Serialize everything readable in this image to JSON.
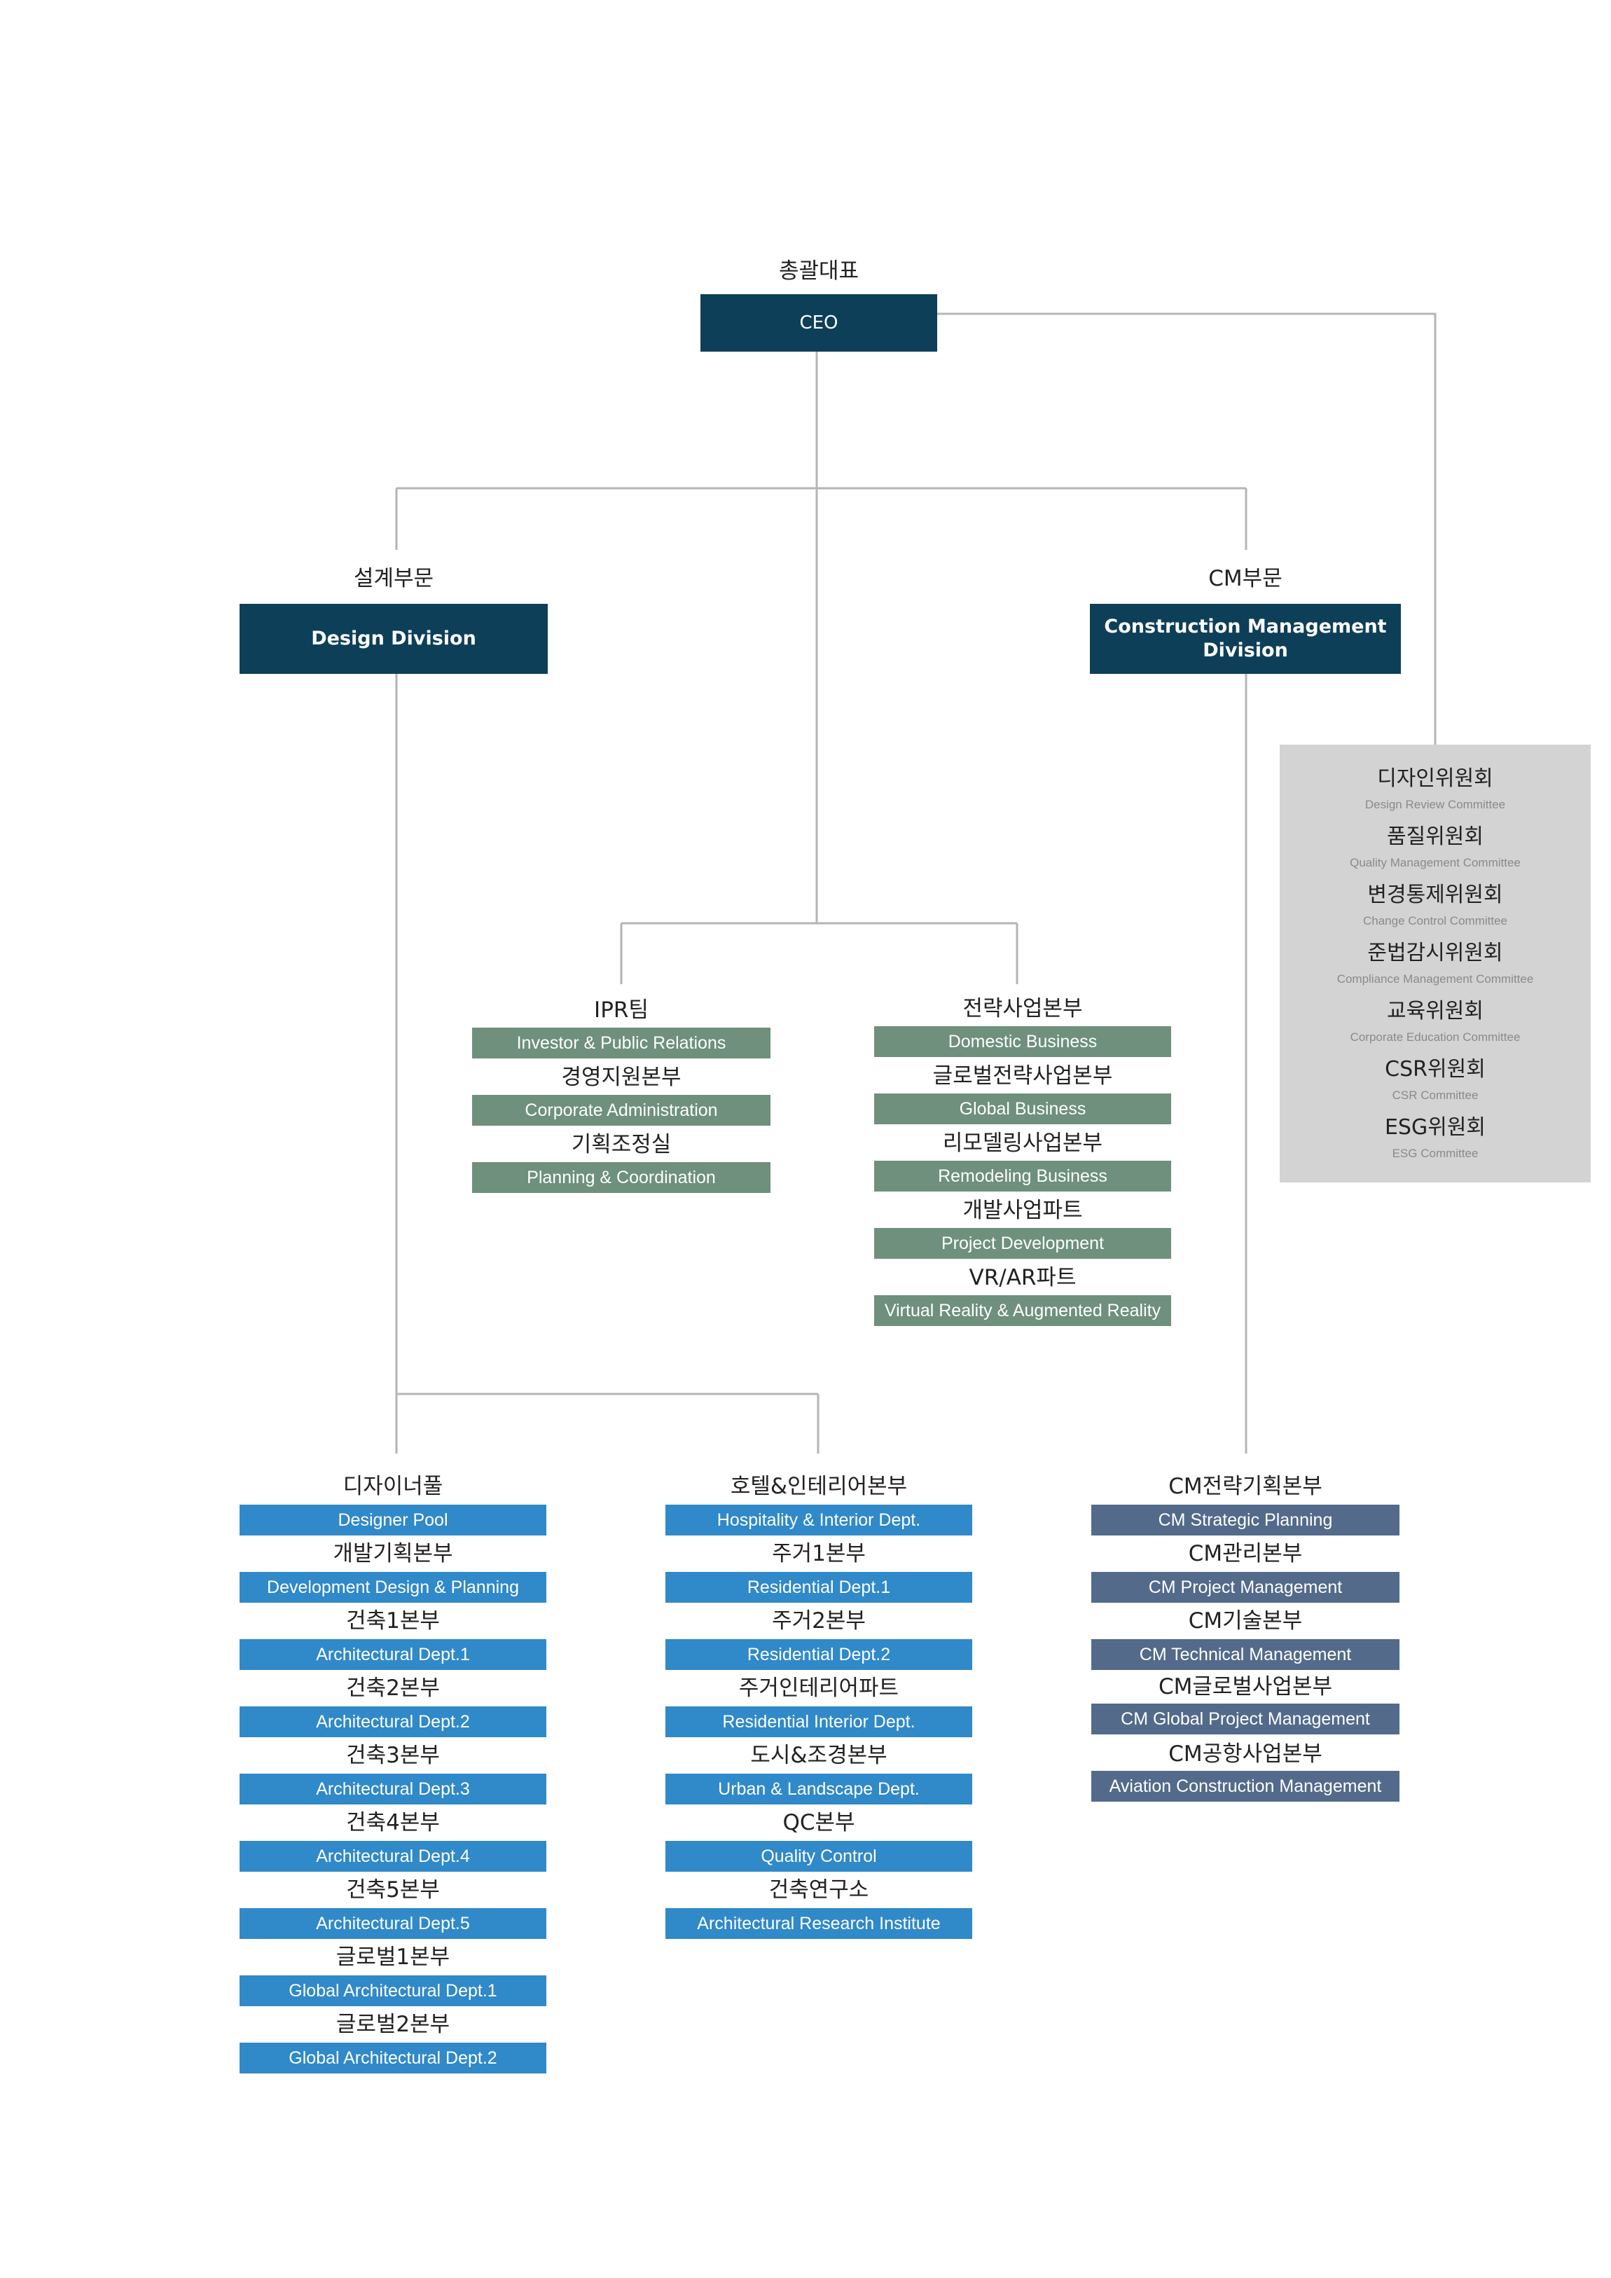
{
  "ceo": {
    "ko": "총괄대표",
    "en": "CEO"
  },
  "design": {
    "ko": "설계부문",
    "en": "Design Division"
  },
  "cm": {
    "ko": "CM부문",
    "en_line1": "Construction Management",
    "en_line2": "Division"
  },
  "committees": [
    {
      "ko": "디자인위원회",
      "en": "Design Review Committee"
    },
    {
      "ko": "품질위원회",
      "en": "Quality Management Committee"
    },
    {
      "ko": "변경통제위원회",
      "en": "Change Control Committee"
    },
    {
      "ko": "준법감시위원회",
      "en": "Compliance Management Committee"
    },
    {
      "ko": "교육위원회",
      "en": "Corporate Education Committee"
    },
    {
      "ko": "CSR위원회",
      "en": "CSR Committee"
    },
    {
      "ko": "ESG위원회",
      "en": "ESG Committee"
    }
  ],
  "ipr_group": [
    {
      "ko": "IPR팀",
      "en": "Investor & Public Relations"
    },
    {
      "ko": "경영지원본부",
      "en": "Corporate Administration"
    },
    {
      "ko": "기획조정실",
      "en": "Planning & Coordination"
    }
  ],
  "strategy_group": [
    {
      "ko": "전략사업본부",
      "en": "Domestic Business"
    },
    {
      "ko": "글로벌전략사업본부",
      "en": "Global Business"
    },
    {
      "ko": "리모델링사업본부",
      "en": "Remodeling Business"
    },
    {
      "ko": "개발사업파트",
      "en": "Project Development"
    },
    {
      "ko": "VR/AR파트",
      "en": "Virtual Reality & Augmented Reality"
    }
  ],
  "design_depts": [
    {
      "ko": "디자이너풀",
      "en": "Designer Pool"
    },
    {
      "ko": "개발기획본부",
      "en": "Development Design & Planning"
    },
    {
      "ko": "건축1본부",
      "en": "Architectural Dept.1"
    },
    {
      "ko": "건축2본부",
      "en": "Architectural Dept.2"
    },
    {
      "ko": "건축3본부",
      "en": "Architectural Dept.3"
    },
    {
      "ko": "건축4본부",
      "en": "Architectural Dept.4"
    },
    {
      "ko": "건축5본부",
      "en": "Architectural Dept.5"
    },
    {
      "ko": "글로벌1본부",
      "en": "Global Architectural Dept.1"
    },
    {
      "ko": "글로벌2본부",
      "en": "Global Architectural Dept.2"
    }
  ],
  "hotel_depts": [
    {
      "ko": "호텔&인테리어본부",
      "en": "Hospitality & Interior Dept."
    },
    {
      "ko": "주거1본부",
      "en": "Residential Dept.1"
    },
    {
      "ko": "주거2본부",
      "en": "Residential Dept.2"
    },
    {
      "ko": "주거인테리어파트",
      "en": "Residential Interior Dept."
    },
    {
      "ko": "도시&조경본부",
      "en": "Urban & Landscape Dept."
    },
    {
      "ko": "QC본부",
      "en": "Quality Control"
    },
    {
      "ko": "건축연구소",
      "en": "Architectural Research Institute"
    }
  ],
  "cm_depts": [
    {
      "ko": "CM전략기획본부",
      "en": "CM Strategic Planning"
    },
    {
      "ko": "CM관리본부",
      "en": "CM Project Management"
    },
    {
      "ko": "CM기술본부",
      "en": "CM Technical Management"
    },
    {
      "ko": "CM글로벌사업본부",
      "en": "CM Global Project Management"
    },
    {
      "ko": "CM공항사업본부",
      "en": "Aviation Construction Management"
    }
  ]
}
